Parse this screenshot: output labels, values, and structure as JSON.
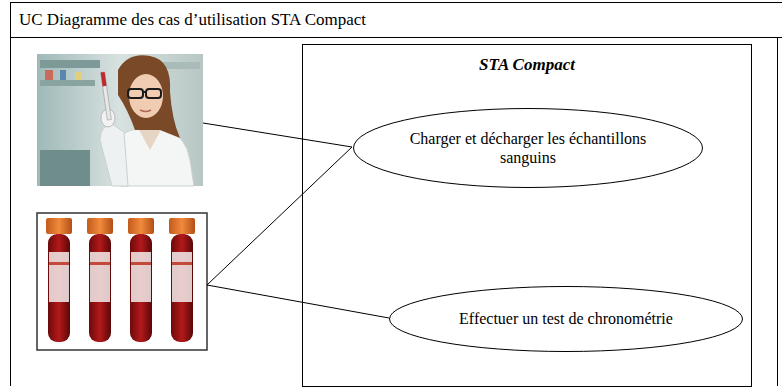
{
  "diagram": {
    "title": "UC Diagramme des cas d’utilisation STA Compact",
    "nodes": [
      {
        "text": [
          "STA Compact"
        ]
      },
      {
        "text": [
          "Charger et décharger les échantillons sanguins"
        ],
        "in": 0
      },
      {
        "text": [
          "Effectuer un test de chronométrie"
        ],
        "in": 0
      }
    ]
  }
}
